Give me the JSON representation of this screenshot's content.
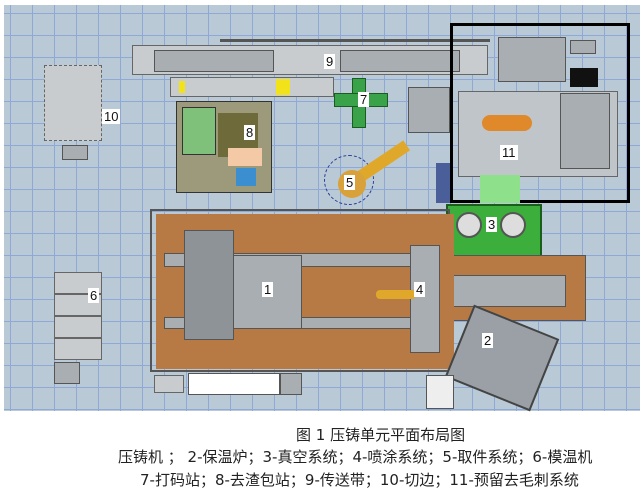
{
  "figure": {
    "labels": {
      "l1": "1",
      "l2": "2",
      "l3": "3",
      "l4": "4",
      "l5": "5",
      "l6": "6",
      "l7": "7",
      "l8": "8",
      "l9": "9",
      "l10": "10",
      "l11": "11"
    },
    "colors": {
      "floor": "#b9cad6",
      "base": "#b87a45",
      "vacuum": "#3cae3c",
      "robot": "#e0892a",
      "frame": "#000000"
    }
  },
  "caption": {
    "title": "图 1  压铸单元平面布局图",
    "line1": "压铸机 ； 2-保温炉；3-真空系统；4-喷涂系统；5-取件系统；6-模温机",
    "line2": "7-打码站；8-去渣包站；9-传送带；10-切边；11-预留去毛刺系统"
  }
}
